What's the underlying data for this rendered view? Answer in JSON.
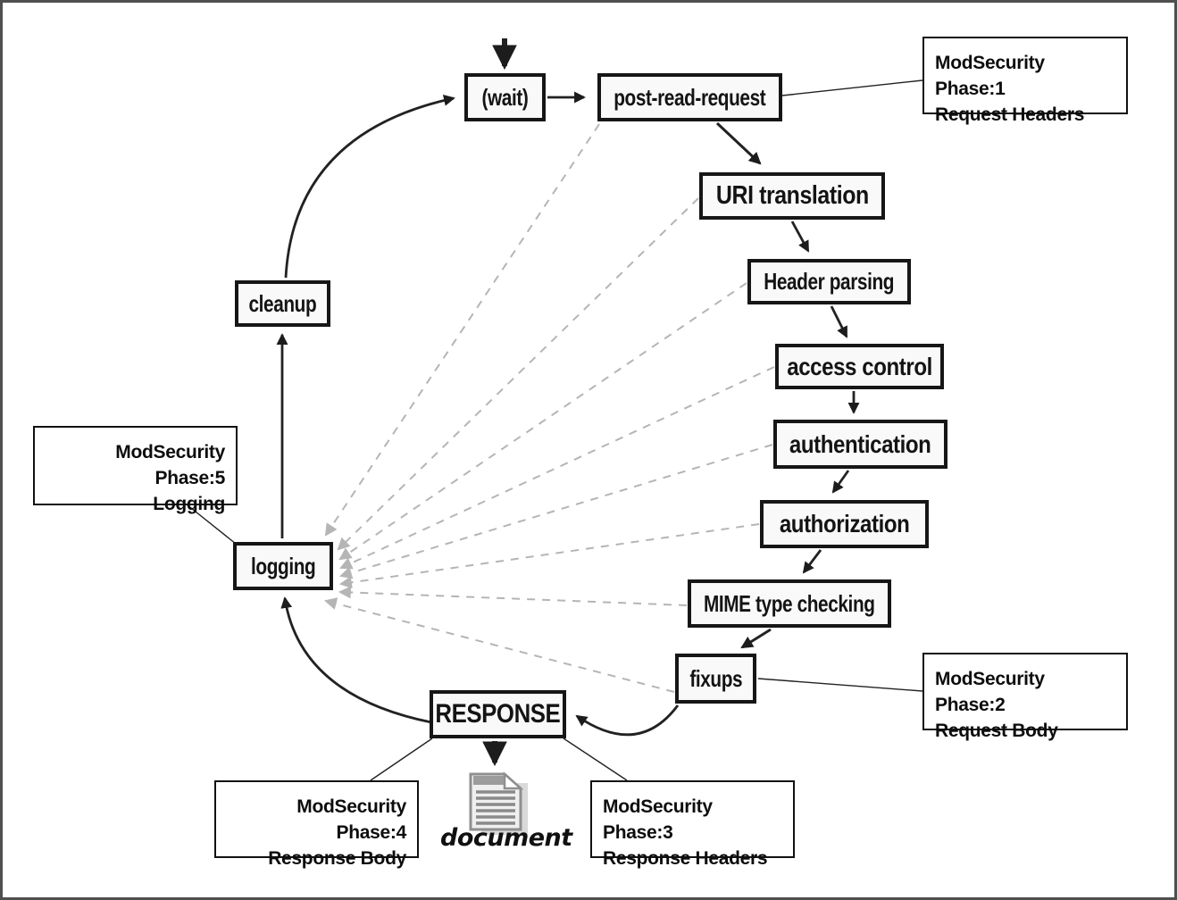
{
  "diagram": {
    "title_none": "",
    "nodes": {
      "wait": {
        "label": "(wait)"
      },
      "post_read_request": {
        "label": "post-read-request"
      },
      "uri_translation": {
        "label": "URI translation"
      },
      "header_parsing": {
        "label": "Header parsing"
      },
      "access_control": {
        "label": "access control"
      },
      "authentication": {
        "label": "authentication"
      },
      "authorization": {
        "label": "authorization"
      },
      "mime_type_checking": {
        "label": "MIME type checking"
      },
      "fixups": {
        "label": "fixups"
      },
      "response": {
        "label": "RESPONSE"
      },
      "logging": {
        "label": "logging"
      },
      "cleanup": {
        "label": "cleanup"
      }
    },
    "callouts": {
      "phase1": {
        "line1": "ModSecurity Phase:1",
        "line2": "Request Headers"
      },
      "phase2": {
        "line1": "ModSecurity Phase:2",
        "line2": "Request Body"
      },
      "phase3": {
        "line1": "ModSecurity Phase:3",
        "line2": "Response Headers"
      },
      "phase4": {
        "line1": "ModSecurity Phase:4",
        "line2": "Response Body"
      },
      "phase5": {
        "line1": "ModSecurity Phase:5",
        "line2": "Logging"
      }
    },
    "document_label": "document",
    "flow_edges": [
      {
        "from": "(wait)",
        "to": "post-read-request"
      },
      {
        "from": "post-read-request",
        "to": "URI translation"
      },
      {
        "from": "URI translation",
        "to": "Header parsing"
      },
      {
        "from": "Header parsing",
        "to": "access control"
      },
      {
        "from": "access control",
        "to": "authentication"
      },
      {
        "from": "authentication",
        "to": "authorization"
      },
      {
        "from": "authorization",
        "to": "MIME type checking"
      },
      {
        "from": "MIME type checking",
        "to": "fixups"
      },
      {
        "from": "fixups",
        "to": "RESPONSE"
      },
      {
        "from": "RESPONSE",
        "to": "logging"
      },
      {
        "from": "RESPONSE",
        "to": "document"
      },
      {
        "from": "logging",
        "to": "cleanup"
      },
      {
        "from": "cleanup",
        "to": "(wait)"
      }
    ],
    "dashed_edges_to_logging": [
      "post-read-request",
      "URI translation",
      "Header parsing",
      "access control",
      "authentication",
      "authorization",
      "MIME type checking",
      "fixups"
    ],
    "callout_links": [
      {
        "callout": "phase1",
        "node": "post-read-request"
      },
      {
        "callout": "phase2",
        "node": "fixups"
      },
      {
        "callout": "phase3",
        "node": "RESPONSE"
      },
      {
        "callout": "phase4",
        "node": "RESPONSE"
      },
      {
        "callout": "phase5",
        "node": "logging"
      }
    ],
    "colors": {
      "node_border": "#161616",
      "node_bg": "#f9f9f9",
      "arrow": "#1f1f1f",
      "dashed_gray": "#b5b5b5",
      "callout_border": "#111111",
      "frame_border": "#4f4f4f"
    }
  }
}
